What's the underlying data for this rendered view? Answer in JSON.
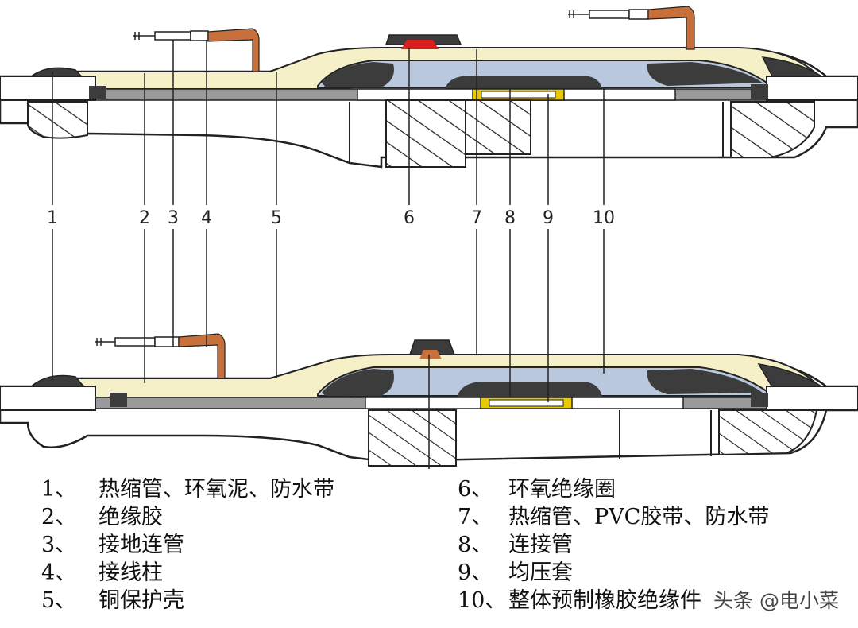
{
  "callouts": [
    "1",
    "2",
    "3",
    "4",
    "5",
    "6",
    "7",
    "8",
    "9",
    "10"
  ],
  "legend_left": [
    {
      "idx": "1、",
      "text": "热缩管、环氧泥、防水带"
    },
    {
      "idx": "2、",
      "text": "绝缘胶"
    },
    {
      "idx": "3、",
      "text": "接地连管"
    },
    {
      "idx": "4、",
      "text": "接线柱"
    },
    {
      "idx": "5、",
      "text": "铜保护壳"
    }
  ],
  "legend_right": [
    {
      "idx": "6、",
      "text": "环氧绝缘圈"
    },
    {
      "idx": "7、",
      "text": "热缩管、PVC胶带、防水带"
    },
    {
      "idx": "8、",
      "text": "连接管"
    },
    {
      "idx": "9、",
      "text": "均压套"
    },
    {
      "idx": "10、",
      "text": "整体预制橡胶绝缘件"
    }
  ],
  "watermark": "头条 @电小菜",
  "colors": {
    "sleeve": "#f5f0c8",
    "insulation": "#b9c8dc",
    "rubber": "#3c3c3c",
    "epoxy_ring": "#d81e1e",
    "copper_lead": "#c8703c",
    "conductor": "#9a9a9a",
    "shield": "#e8c800"
  }
}
